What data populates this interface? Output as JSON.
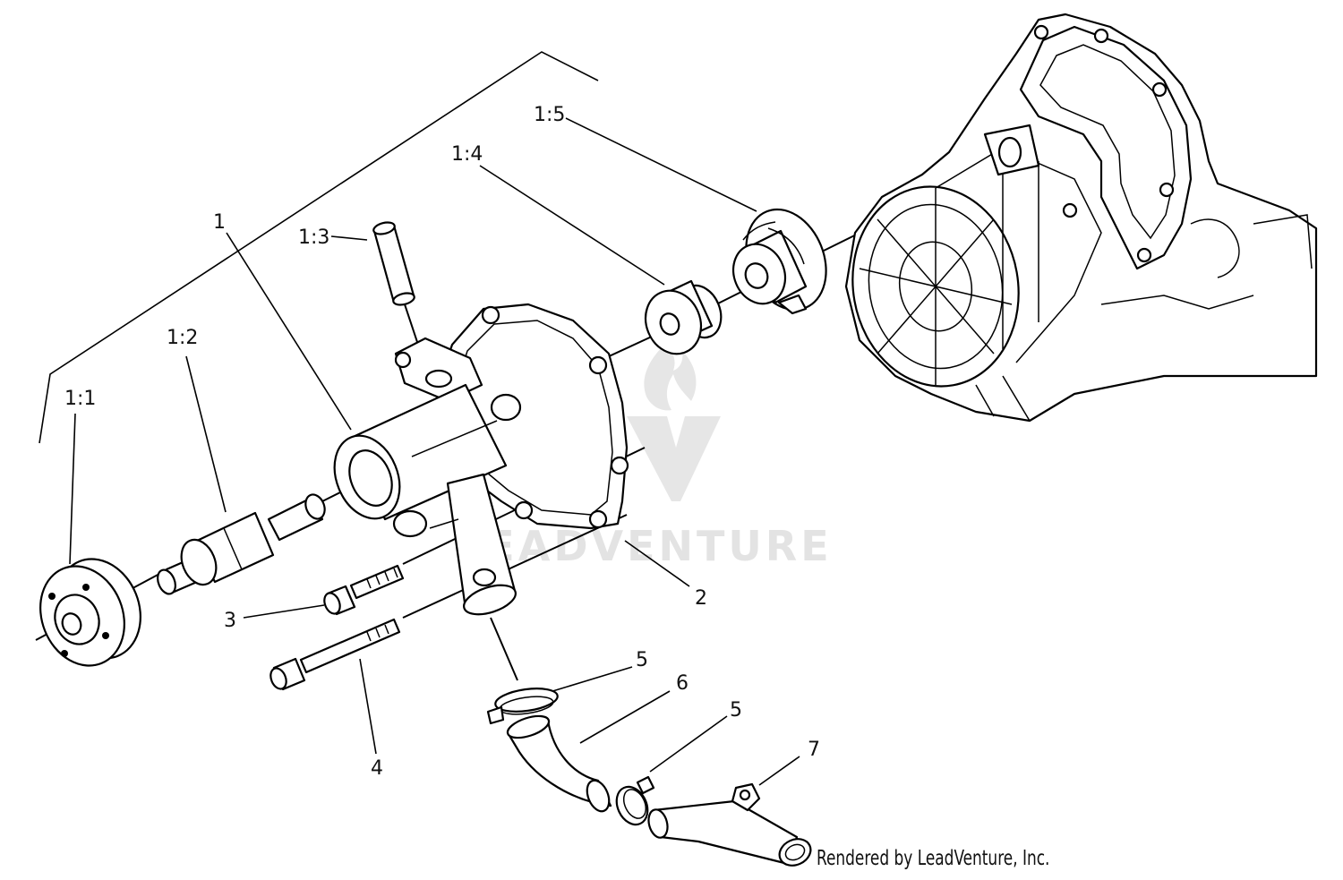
{
  "watermark": {
    "brand": "LEADVENTURE"
  },
  "credit": "Rendered by LeadVenture, Inc.",
  "callouts": [
    {
      "id": "1",
      "label": "1"
    },
    {
      "id": "1_1",
      "label": "1:1"
    },
    {
      "id": "1_2",
      "label": "1:2"
    },
    {
      "id": "1_3",
      "label": "1:3"
    },
    {
      "id": "1_4",
      "label": "1:4"
    },
    {
      "id": "1_5",
      "label": "1:5"
    },
    {
      "id": "2",
      "label": "2"
    },
    {
      "id": "3",
      "label": "3"
    },
    {
      "id": "4",
      "label": "4"
    },
    {
      "id": "5a",
      "label": "5"
    },
    {
      "id": "5b",
      "label": "5"
    },
    {
      "id": "6",
      "label": "6"
    },
    {
      "id": "7",
      "label": "7"
    }
  ]
}
